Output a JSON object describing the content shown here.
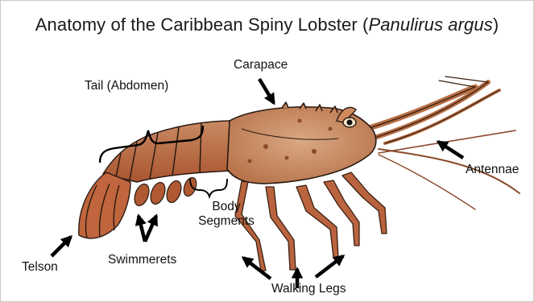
{
  "title": {
    "prefix": "Anatomy of the Caribbean Spiny Lobster (",
    "species": "Panulirus argus",
    "suffix": ")"
  },
  "labels": {
    "carapace": "Carapace",
    "tail": "Tail (Abdomen)",
    "antennae": "Antennae",
    "body_segments_line1": "Body",
    "body_segments_line2": "Segments",
    "telson": "Telson",
    "swimmerets": "Swimmerets",
    "walking_legs": "Walking Legs"
  },
  "colors": {
    "body": "#c98a5a",
    "tail": "#c46f45",
    "carapace": "#c9906a",
    "legs": "#b9643f",
    "outline": "#2a1a12",
    "arrow": "#000000"
  }
}
